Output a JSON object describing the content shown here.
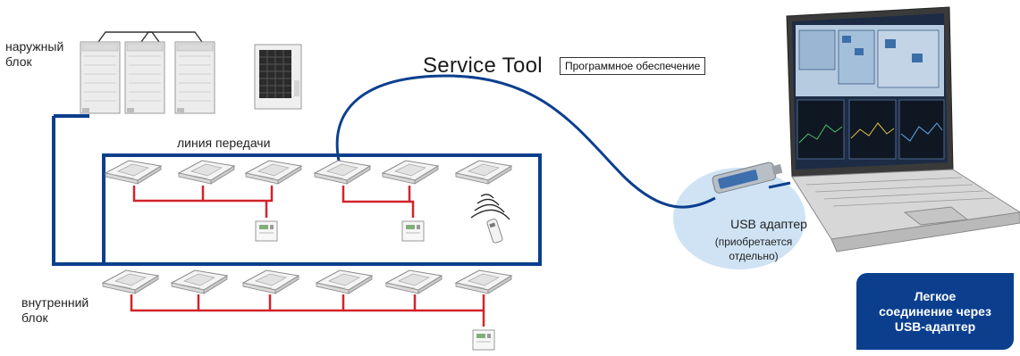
{
  "labels": {
    "outdoor_unit": "наружный\nблок",
    "indoor_unit": "внутренний\nблок",
    "transmission_line": "линия передачи"
  },
  "service_tool": {
    "title": "Service Tool",
    "software": "Программное обеспечение"
  },
  "usb_adapter": {
    "title": "USB адаптер",
    "note": "(приобретается\nотдельно)"
  },
  "badge": {
    "text": "Легкое\nсоединение через\nUSB-адаптер"
  },
  "colors": {
    "transmission_line": "#0b3f8e",
    "remote_wiring": "#d2232a",
    "badge_background": "#0b3f8e",
    "usb_halo": "#cfe3f5"
  }
}
